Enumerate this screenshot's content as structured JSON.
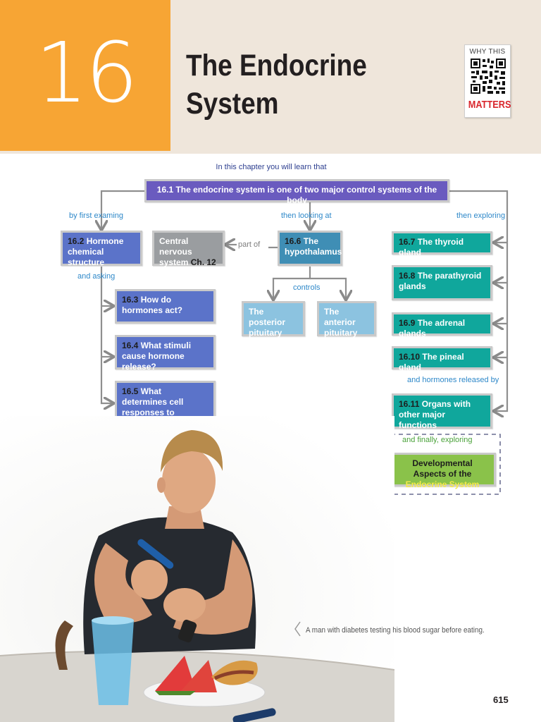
{
  "header": {
    "chapter_number": "16",
    "title_line1": "The Endocrine",
    "title_line2": "System"
  },
  "qr_badge": {
    "top_text": "WHY THIS",
    "bottom_text": "MATTERS"
  },
  "concept_map": {
    "intro": "In this chapter you will learn that",
    "main": {
      "num": "16.1",
      "text": "The endocrine system is one of two major control systems of the body"
    },
    "connectors": {
      "by_first": "by first examing",
      "then_looking": "then looking at",
      "then_exploring": "then exploring",
      "and_asking": "and asking",
      "part_of": "part of",
      "controls": "controls",
      "hormones_released_by": "and hormones released by",
      "finally": "and finally, exploring"
    },
    "hormone_structure": {
      "num": "16.2",
      "text": "Hormone chemical structure"
    },
    "cns": {
      "text": "Central nervous system",
      "ref": "Ch. 12"
    },
    "hypothalamus": {
      "num": "16.6",
      "text": "The hypothalamus"
    },
    "posterior": "The posterior pituitary",
    "anterior": "The anterior pituitary",
    "questions": [
      {
        "num": "16.3",
        "text": "How do hormones act?"
      },
      {
        "num": "16.4",
        "text": "What stimuli cause hormone release?"
      },
      {
        "num": "16.5",
        "text": "What determines cell responses to hormones?"
      }
    ],
    "glands": [
      {
        "num": "16.7",
        "text": "The thyroid gland"
      },
      {
        "num": "16.8",
        "text": "The parathyroid glands"
      },
      {
        "num": "16.9",
        "text": "The adrenal glands"
      },
      {
        "num": "16.10",
        "text": "The pineal gland"
      },
      {
        "num": "16.11",
        "text": "Organs with other major functions"
      }
    ],
    "developmental": {
      "text1": "Developmental Aspects of the",
      "highlight": "Endocrine System"
    }
  },
  "caption": "A man with diabetes testing his blood sugar before eating.",
  "page_number": "615",
  "colors": {
    "orange": "#f7a534",
    "beige": "#efe6db",
    "purple": "#6a5bbf",
    "blue": "#5b73c9",
    "teal": "#10a79c",
    "green": "#8ac24a"
  }
}
